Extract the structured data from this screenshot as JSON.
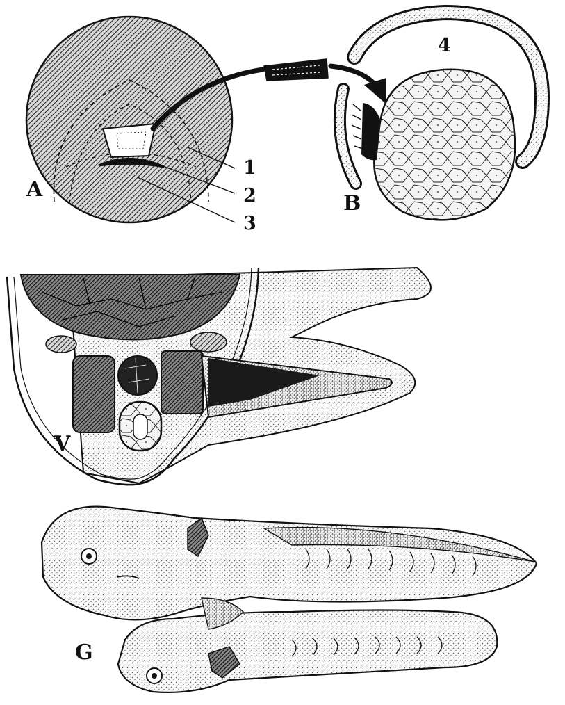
{
  "figure": {
    "panels": {
      "A": "A",
      "B": "B",
      "V": "V",
      "G": "G"
    },
    "callouts": {
      "c1": "1",
      "c2": "2",
      "c3": "3",
      "c4": "4"
    },
    "colors": {
      "ink": "#111111",
      "paper": "#ffffff",
      "stipple": "#555555",
      "hatch": "#222222"
    }
  }
}
